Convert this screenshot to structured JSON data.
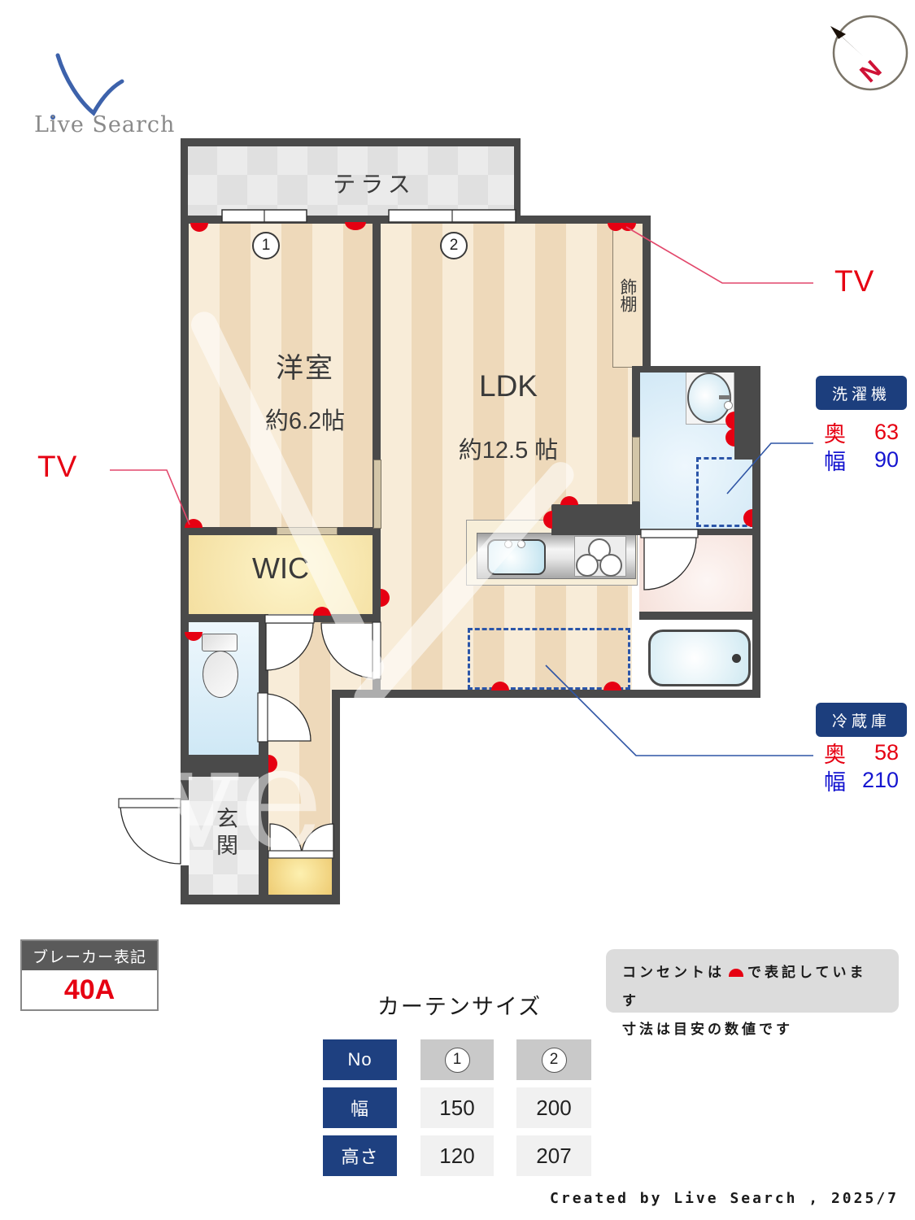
{
  "logo": {
    "text": "Live Search"
  },
  "compass": {
    "north": "N"
  },
  "plan": {
    "terrace": "テラス",
    "yoshitsu": "洋室",
    "yoshitsu_size": "約6.2帖",
    "ldk": "LDK",
    "ldk_size": "約12.5 帖",
    "shelf": "飾棚",
    "wic": "WIC",
    "genkan": "玄関",
    "window1_no": "1",
    "window2_no": "2"
  },
  "labels": {
    "tv_right": "TV",
    "tv_left": "TV",
    "washer": {
      "title": "洗濯機",
      "depth_label": "奥",
      "depth_value": "63",
      "width_label": "幅",
      "width_value": "90"
    },
    "fridge": {
      "title": "冷蔵庫",
      "depth_label": "奥",
      "depth_value": "58",
      "width_label": "幅",
      "width_value": "210"
    }
  },
  "breaker": {
    "title": "ブレーカー表記",
    "value": "40A"
  },
  "notes": {
    "line1_before": "コンセントは",
    "line1_after": "で表記しています",
    "line2": "寸法は目安の数値です"
  },
  "curtain_table": {
    "title": "カーテンサイズ",
    "row_headers": [
      "No",
      "幅",
      "高さ"
    ],
    "columns": [
      {
        "no": "1",
        "width": "150",
        "height": "120"
      },
      {
        "no": "2",
        "width": "200",
        "height": "207"
      }
    ]
  },
  "credit": "Created by Live Search , 2025/7",
  "colors": {
    "label_bg": "#1c3e7d",
    "accent_red": "#e60012",
    "accent_blue": "#1515d0",
    "dashed_blue": "#2b55a8"
  }
}
